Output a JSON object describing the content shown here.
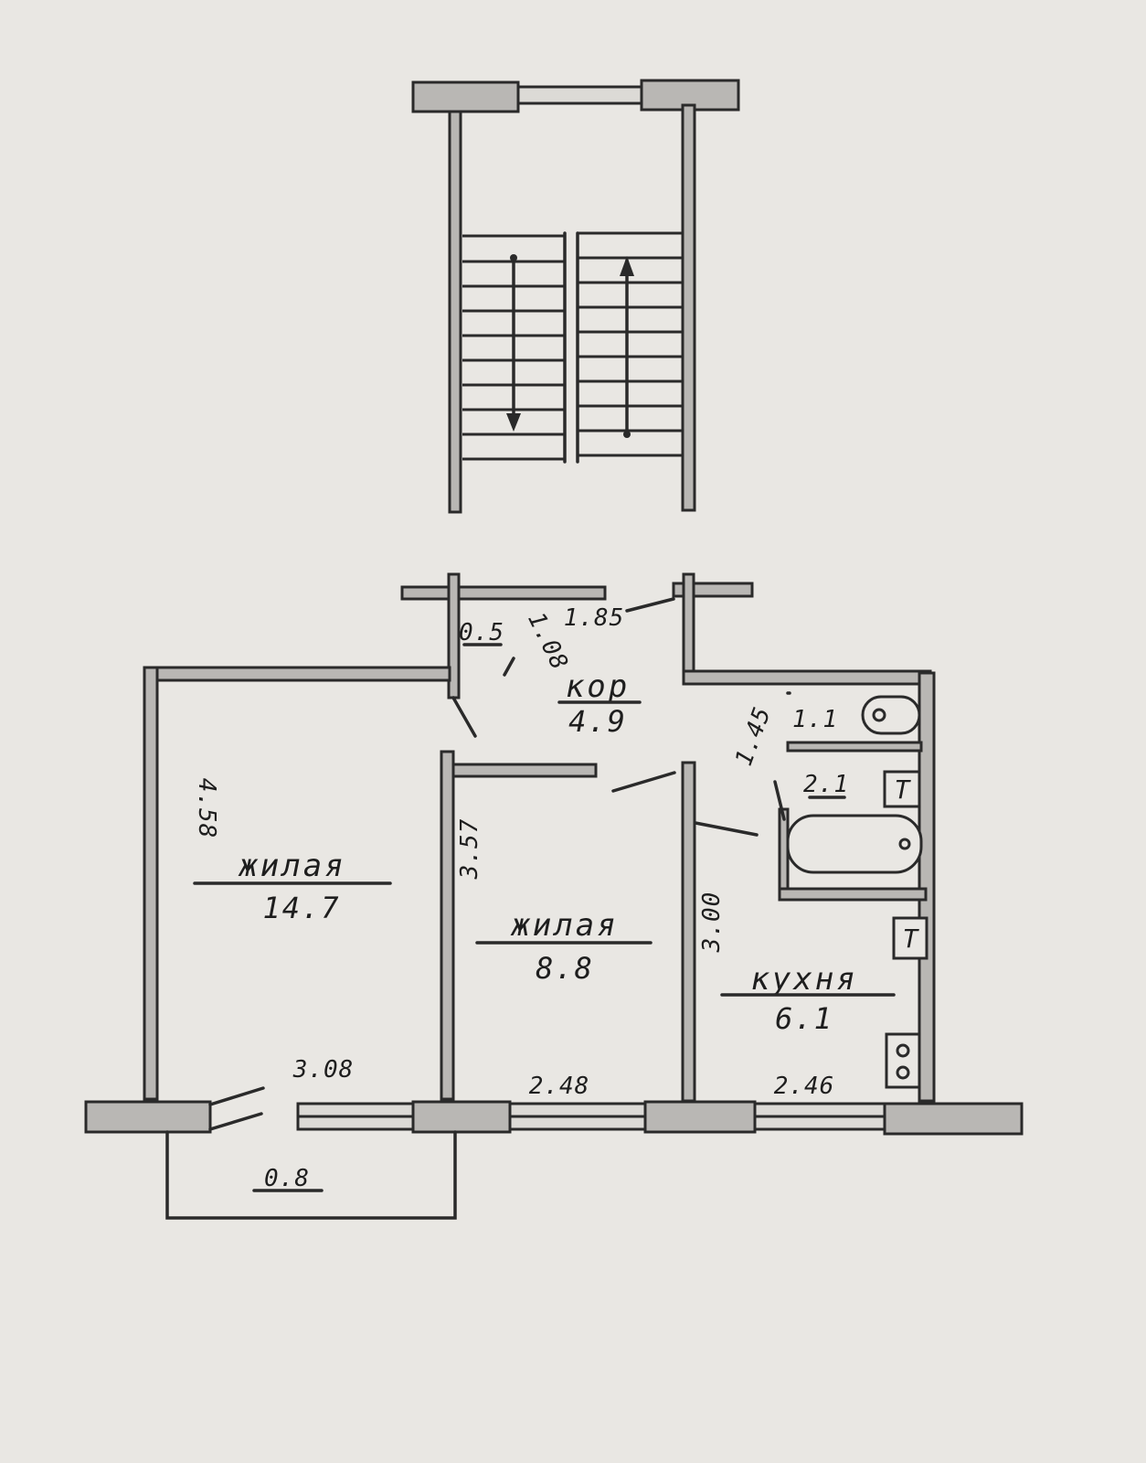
{
  "rooms": {
    "living_large": {
      "name": "жилая",
      "area": "14.7"
    },
    "living_small": {
      "name": "жилая",
      "area": "8.8"
    },
    "corridor": {
      "name": "кор",
      "area": "4.9"
    },
    "kitchen": {
      "name": "кухня",
      "area": "6.1"
    },
    "toilet": {
      "area": "1.1"
    },
    "bathroom": {
      "area": "2.1"
    },
    "balcony": {
      "area": "0.8"
    }
  },
  "dimensions": {
    "large_room_depth": "4.58",
    "large_room_width": "3.08",
    "small_room_depth": "3.57",
    "small_room_width": "2.48",
    "kitchen_depth": "3.00",
    "kitchen_width": "2.46",
    "corridor_width": "1.85",
    "corridor_depth": "1.08",
    "entry_nook": "0.5",
    "bath_block": "1.45"
  },
  "fixtures": {
    "riser_symbol": "Т"
  }
}
